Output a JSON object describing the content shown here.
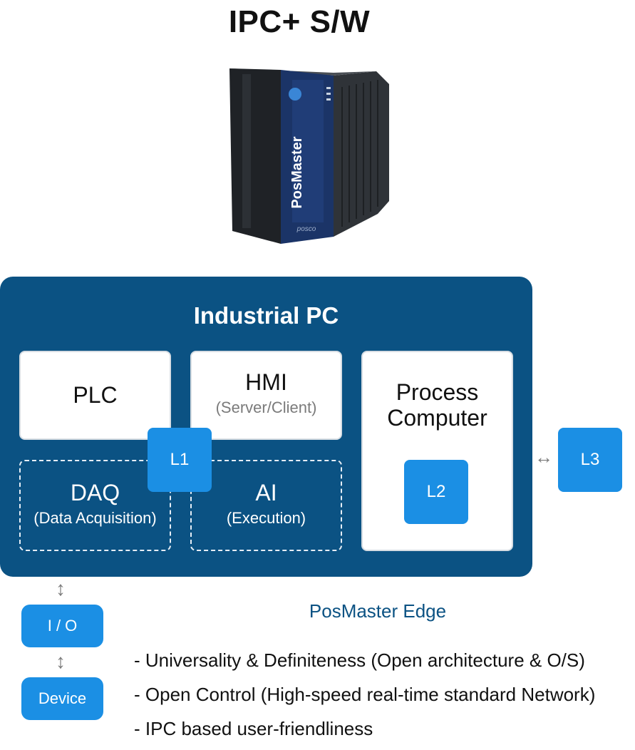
{
  "title": "IPC+ S/W",
  "device": {
    "brand_text": "PosMaster",
    "maker_text": "posco"
  },
  "ipc": {
    "title": "Industrial PC",
    "plc": "PLC",
    "hmi": {
      "main": "HMI",
      "sub": "(Server/Client)"
    },
    "process_computer": {
      "line1": "Process",
      "line2": "Computer"
    },
    "daq": {
      "main": "DAQ",
      "sub": "(Data Acquisition)"
    },
    "ai": {
      "main": "AI",
      "sub": "(Execution)"
    },
    "badges": {
      "l1": "L1",
      "l2": "L2",
      "l3": "L3"
    }
  },
  "io": {
    "io_label": "I / O",
    "device_label": "Device"
  },
  "edge_label": "PosMaster Edge",
  "features": [
    "- Universality & Definiteness (Open architecture & O/S)",
    "- Open Control (High-speed real-time standard Network)",
    "- IPC based user-friendliness"
  ],
  "colors": {
    "panel": "#0b5283",
    "accent": "#1b8fe4"
  }
}
